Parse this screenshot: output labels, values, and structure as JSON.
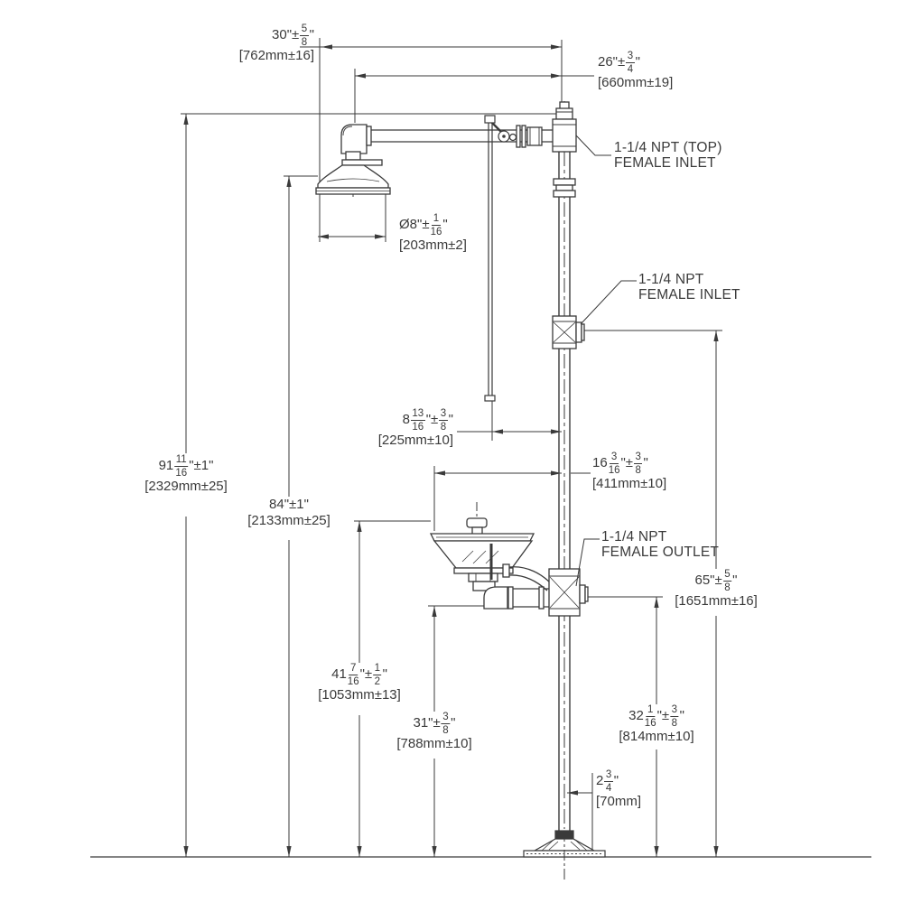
{
  "drawing": {
    "type": "dimensional technical drawing",
    "subject": "combination emergency safety shower and eyewash station"
  },
  "labels": {
    "npt_top_inlet": "1-1/4 NPT (TOP)\nFEMALE INLET",
    "npt_mid_inlet": "1-1/4 NPT\nFEMALE INLET",
    "npt_outlet": "1-1/4 NPT\nFEMALE OUTLET"
  },
  "dimensions": {
    "d30": {
      "inch_text": "30\"±5/8\"",
      "tokens": [
        {
          "t": "30\"±"
        },
        {
          "n": "5",
          "d": "8"
        },
        {
          "t": "\""
        }
      ],
      "metric": "[762mm±16]"
    },
    "d26": {
      "inch_text": "26\"±3/4\"",
      "tokens": [
        {
          "t": "26\"±"
        },
        {
          "n": "3",
          "d": "4"
        },
        {
          "t": "\""
        }
      ],
      "metric": "[660mm±19]"
    },
    "d8": {
      "inch_text": "Ø8\"±1/16\"",
      "tokens": [
        {
          "t": "Ø8\"±"
        },
        {
          "n": "1",
          "d": "16"
        },
        {
          "t": "\""
        }
      ],
      "metric": "[203mm±2]"
    },
    "d91": {
      "inch_text": "91 11/16\"±1\"",
      "tokens": [
        {
          "t": "91"
        },
        {
          "n": "11",
          "d": "16"
        },
        {
          "t": "\"±1\""
        }
      ],
      "metric": "[2329mm±25]"
    },
    "d84": {
      "inch_text": "84\"±1\"",
      "tokens": [
        {
          "t": "84\"±1\""
        }
      ],
      "metric": "[2133mm±25]"
    },
    "d813": {
      "inch_text": "8 13/16\"±3/8\"",
      "tokens": [
        {
          "t": "8"
        },
        {
          "n": "13",
          "d": "16"
        },
        {
          "t": "\"±"
        },
        {
          "n": "3",
          "d": "8"
        },
        {
          "t": "\""
        }
      ],
      "metric": "[225mm±10]"
    },
    "d16": {
      "inch_text": "16 3/16\"±3/8\"",
      "tokens": [
        {
          "t": "16"
        },
        {
          "n": "3",
          "d": "16"
        },
        {
          "t": "\"±"
        },
        {
          "n": "3",
          "d": "8"
        },
        {
          "t": "\""
        }
      ],
      "metric": "[411mm±10]"
    },
    "d65": {
      "inch_text": "65\"±5/8\"",
      "tokens": [
        {
          "t": "65\"±"
        },
        {
          "n": "5",
          "d": "8"
        },
        {
          "t": "\""
        }
      ],
      "metric": "[1651mm±16]"
    },
    "d41": {
      "inch_text": "41 7/16\"±1/2\"",
      "tokens": [
        {
          "t": "41"
        },
        {
          "n": "7",
          "d": "16"
        },
        {
          "t": "\"±"
        },
        {
          "n": "1",
          "d": "2"
        },
        {
          "t": "\""
        }
      ],
      "metric": "[1053mm±13]"
    },
    "d31": {
      "inch_text": "31\"±3/8\"",
      "tokens": [
        {
          "t": "31\"±"
        },
        {
          "n": "3",
          "d": "8"
        },
        {
          "t": "\""
        }
      ],
      "metric": "[788mm±10]"
    },
    "d32": {
      "inch_text": "32 1/16\"±3/8\"",
      "tokens": [
        {
          "t": "32"
        },
        {
          "n": "1",
          "d": "16"
        },
        {
          "t": "\"±"
        },
        {
          "n": "3",
          "d": "8"
        },
        {
          "t": "\""
        }
      ],
      "metric": "[814mm±10]"
    },
    "d234": {
      "inch_text": "2 3/4\"",
      "tokens": [
        {
          "t": "2"
        },
        {
          "n": "3",
          "d": "4"
        },
        {
          "t": "\""
        }
      ],
      "metric": "[70mm]"
    }
  },
  "colors": {
    "line": "#3a3a3a",
    "background": "#ffffff"
  }
}
